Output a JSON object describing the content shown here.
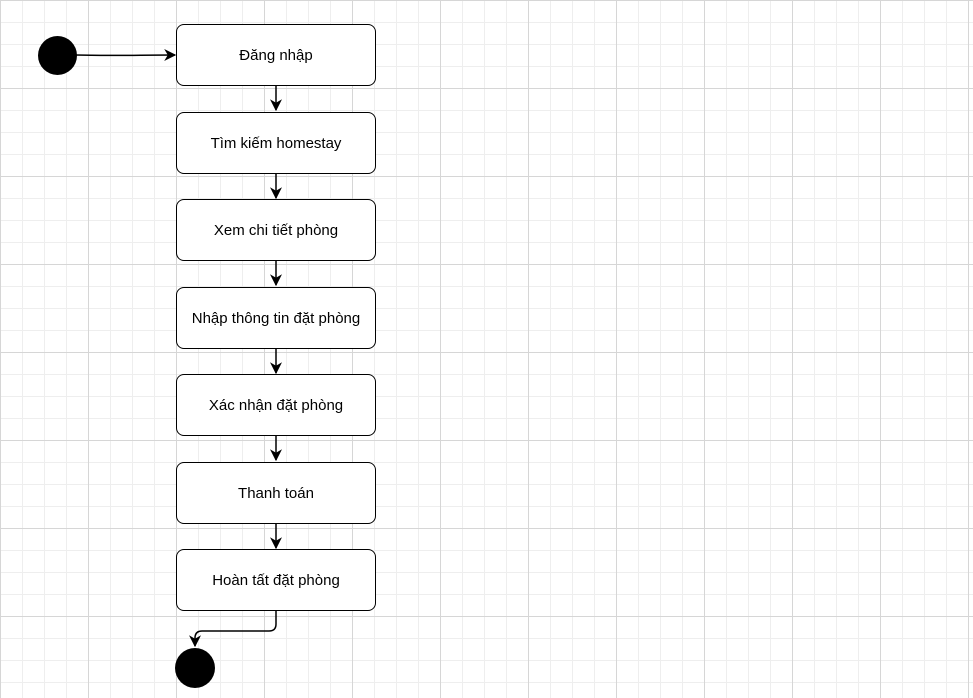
{
  "diagram": {
    "start_node": "initial-state",
    "end_node": "final-state",
    "states": [
      {
        "label": "Đăng nhập"
      },
      {
        "label": "Tìm kiếm homestay"
      },
      {
        "label": "Xem chi tiết phòng"
      },
      {
        "label": "Nhập thông tin đặt phòng"
      },
      {
        "label": "Xác nhận đặt phòng"
      },
      {
        "label": "Thanh toán"
      },
      {
        "label": "Hoàn tất đặt phòng"
      }
    ]
  }
}
